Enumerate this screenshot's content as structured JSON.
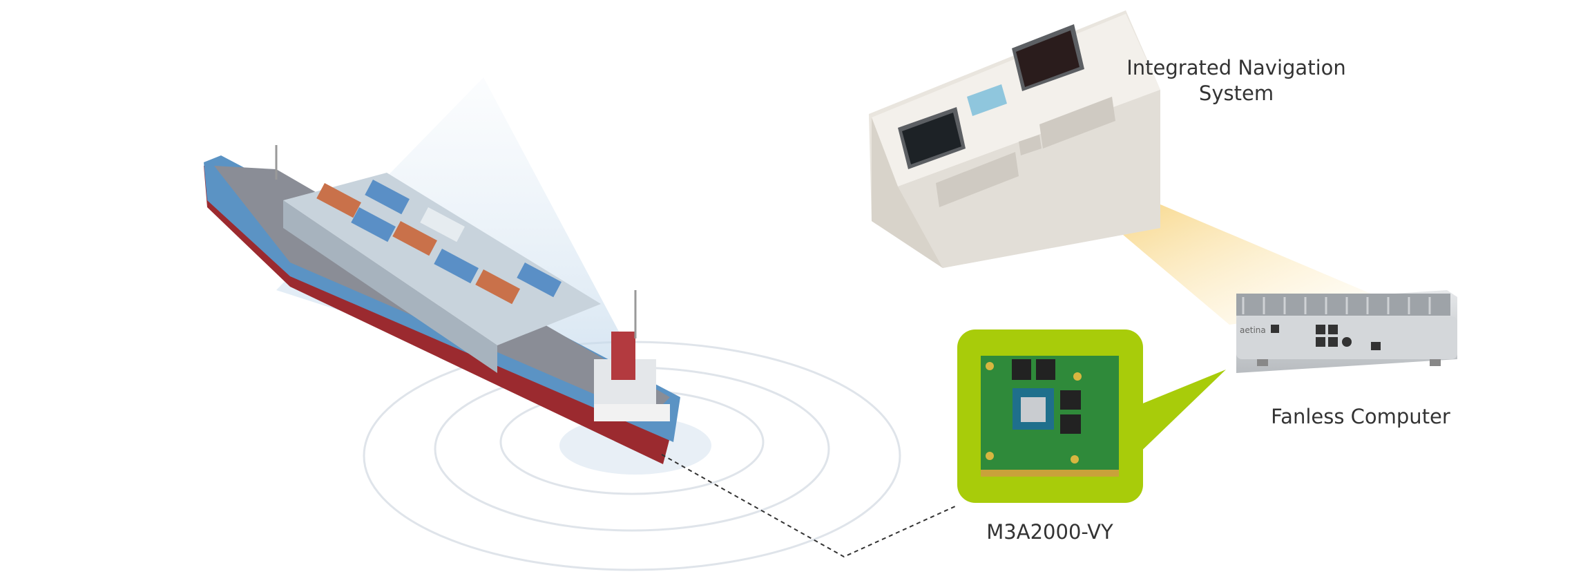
{
  "labels": {
    "navigation_system": "Integrated Navigation System",
    "fanless_computer": "Fanless Computer",
    "module": "M3A2000-VY"
  },
  "fanless_brand": "aetina",
  "colors": {
    "callout_green": "#a8cc0a",
    "beam_yellow": "#f3c24e",
    "hull_blue": "#5b93c4",
    "hull_red": "#9b2a2f",
    "board_green": "#2f8a3a",
    "ring": "#dfe4ea"
  }
}
